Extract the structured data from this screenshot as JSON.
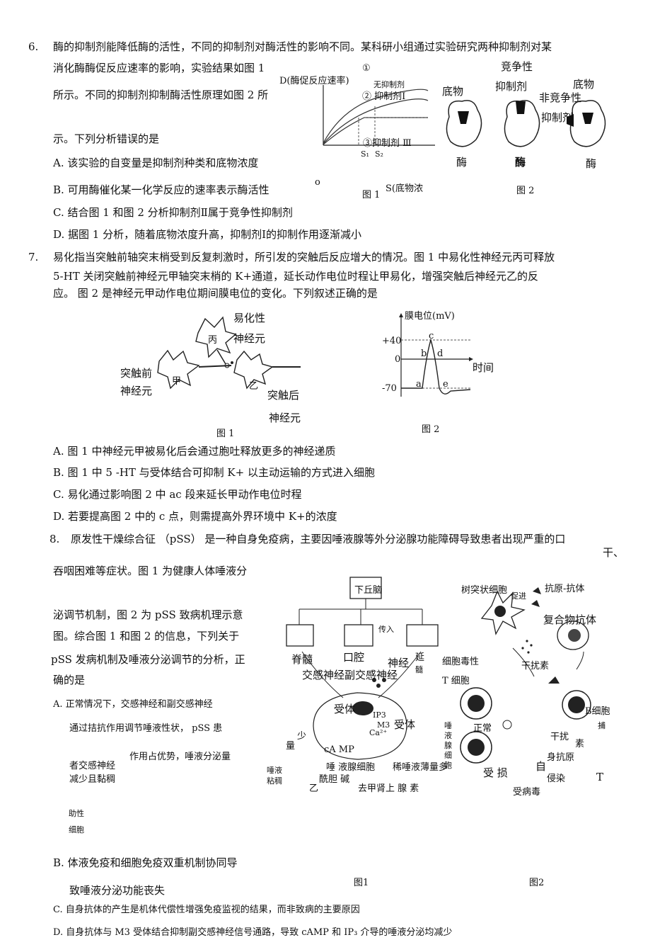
{
  "q6": {
    "num": "6.",
    "line1": "酶的抑制剂能降低酶的活性，不同的抑制剂对酶活性的影响不同。某科研小组通过实验研究两种抑制剂对某",
    "line2": "消化酶酶促反应速率的影响，实验结果如图 1",
    "line3": "所示。不同的抑制剂抑制酶活性原理如图 2 所",
    "line4": "示。下列分析错误的是",
    "opt_a": "A.  该实验的自变量是抑制剂种类和底物浓度",
    "opt_b": "B.  可用酶催化某一化学反应的速率表示酶活性",
    "opt_c": "C.  结合图 1 和图 2 分析抑制剂Ⅱ属于竞争性抑制剂",
    "opt_d": "D.  据图 1 分析，随着底物浓度升高，抑制剂Ⅰ的抑制作用逐渐减小",
    "fig1": {
      "circle1": "①",
      "ylabel": "D(酶促反应速率)",
      "no_inhibitor": "无抑制剂",
      "inhibitor1": "② 抑制剂Ⅰ",
      "inhibitor3": "③抑制剂 Ⅲ",
      "s1": "S₁",
      "s2": "S₂",
      "origin": "o",
      "xlabel": "S(底物浓",
      "caption": "图  1"
    },
    "fig2": {
      "competitive": "竞争性",
      "inhibitor": "抑制剂",
      "substrate_left": "底物",
      "substrate_right": "底物",
      "noncompetitive": "非竞争性",
      "inhibitor2": "抑制剂",
      "enzyme1": "酶",
      "enzyme2": "酶",
      "enzyme3": "酶",
      "caption": "图  2"
    }
  },
  "q7": {
    "num": "7.",
    "line1": "易化指当突触前轴突末梢受到反复刺激时，所引发的突触后反应增大的情况。图 1 中易化性神经元丙可释放",
    "line2": "5-HT  关闭突触前神经元甲轴突末梢的 K+通道，延长动作电位时程让甲易化，增强突触后神经元乙的反",
    "line3": "应。 图 2 是神经元甲动作电位期间膜电位的变化。下列叙述正确的是",
    "fig1": {
      "facil1": "易化性",
      "facil2": "神经元",
      "bing": "丙",
      "pre1": "突触前",
      "pre2": "神经元",
      "jia": "甲",
      "yi": "乙",
      "post1": "突触后",
      "post2": "神经元",
      "caption": "图  1"
    },
    "fig2": {
      "ylabel": "膜电位(mV)",
      "p40": "+40",
      "zero": "0",
      "m70": "-70",
      "xlabel": "时间",
      "a": "a",
      "b": "b",
      "c": "c",
      "d": "d",
      "e": "e",
      "caption": "图  2"
    },
    "opt_a": "A.  图 1 中神经元甲被易化后会通过胞吐释放更多的神经递质",
    "opt_b": "B.  图  1  中  5  -HT  与受体结合可抑制 K+  以主动运输的方式进入细胞",
    "opt_c": "C.  易化通过影响图 2 中 ac 段来延长甲动作电位时程",
    "opt_d": "D.  若要提高图 2 中的 c  点，则需提高外界环境中 K+的浓度"
  },
  "q8": {
    "num": "8.",
    "line1": "原发性干燥综合征 （pSS） 是一种自身免疫病，主要因唾液腺等外分泌腺功能障碍导致患者出现严重的口",
    "line1b": "干、",
    "line2": "吞咽困难等症状。图 1 为健康人体唾液分",
    "line3": "泌调节机制，图 2 为 pSS  致病机理示意",
    "line4": "图。综合图 1 和图 2 的信息，下列关于",
    "line5": "pSS  发病机制及唾液分泌调节的分析，正",
    "line6": "确的是",
    "opt_a1": "A.  正常情况下，交感神经和副交感神经",
    "opt_a2": "通过拮抗作用调节唾液性状，  pSS  患",
    "opt_a3": "作用占优势，唾液分泌量",
    "opt_a4": "者交感神经",
    "opt_a5": "减少且黏稠",
    "opt_a6": "助性",
    "opt_a7": "细胞",
    "opt_b1": "B.  体液免疫和细胞免疫双重机制协同导",
    "opt_b2": "致唾液分泌功能丧失",
    "opt_c": "C.  自身抗体的产生是机体代偿性增强免疫监视的结果，而非致病的主要原因",
    "opt_d": "D.  自身抗体与 M3  受体结合抑制副交感神经信号通路，导致 cAMP   和  IP₃ 介导的唾液分泌均减少",
    "fig1": {
      "hypothalamus": "下丘脑",
      "spinal": "脊髓",
      "mouth": "口腔",
      "medulla_a": "延",
      "medulla_b": "髓",
      "sympathetic": "交感神经副交感神经",
      "nerve": "神经",
      "afferent": "传入",
      "receptor": "受体",
      "ip3": "IP3",
      "m3": "M3",
      "ca": "Ca²⁺",
      "receptor2": "受体",
      "shao": "少",
      "liang": "量",
      "camp": "cA MP",
      "saliva_thick1": "唾液",
      "saliva_thick2": "粘稠",
      "saliva_cell": "唾 液腺细胞",
      "saliva_thin": "稀唾液薄量多",
      "ach": "酰胆 碱",
      "yi": "乙",
      "epi": "去甲肾上   腺   素",
      "caption": "图1"
    },
    "fig2": {
      "dc": "树突状细胞",
      "promote": "促进",
      "ag_ab": "抗原-抗体",
      "complex": "复合物抗体",
      "ctl1": "细胞毒性",
      "ctl2": "T 细胞",
      "ifn": "干扰素",
      "normal": "正常",
      "gland1": "唾",
      "gland2": "液",
      "gland3": "腺",
      "gland4": "细",
      "gland5": "胞",
      "b_cell": "B细胞",
      "capture": "捕",
      "ifn2a": "干扰",
      "ifn2b": "素",
      "damaged": "受 损",
      "auto1": "自",
      "auto2": "身抗原",
      "infect1": "侵染",
      "infect2": "受病毒",
      "t": "T",
      "caption": "图2"
    }
  }
}
